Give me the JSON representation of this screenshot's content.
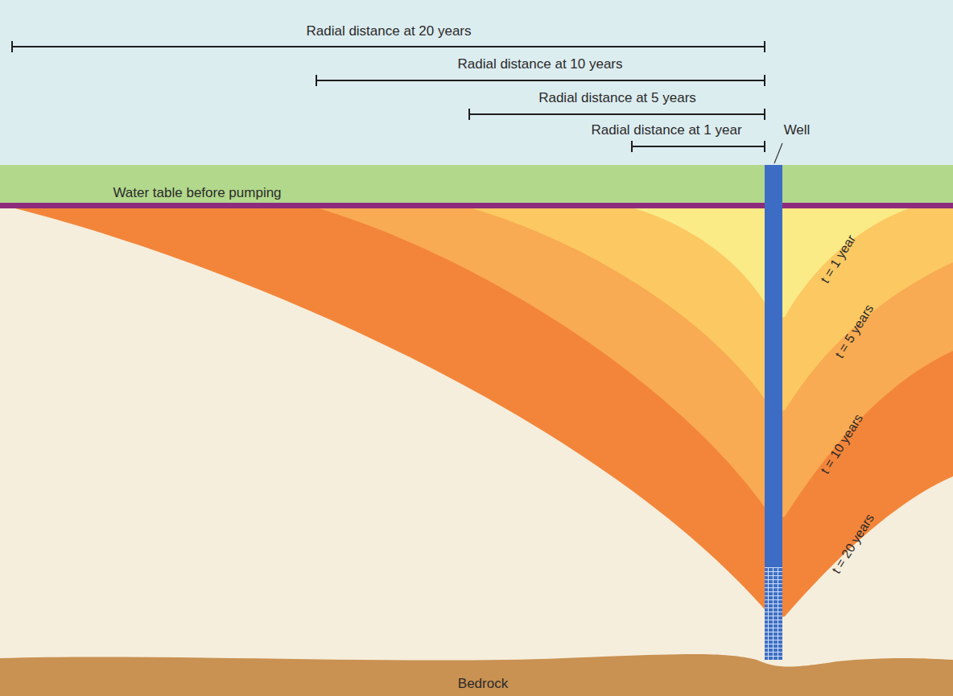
{
  "diagram": {
    "labels": [
      "Radial distance at 20 years",
      "Radial distance at 10 years",
      "Radial distance at 5 years",
      "Radial distance at 1 year",
      "Well",
      "Water table before pumping",
      "t = 1 year",
      "t = 5 years",
      "t = 10 years",
      "t = 20 years",
      "Bedrock"
    ]
  }
}
